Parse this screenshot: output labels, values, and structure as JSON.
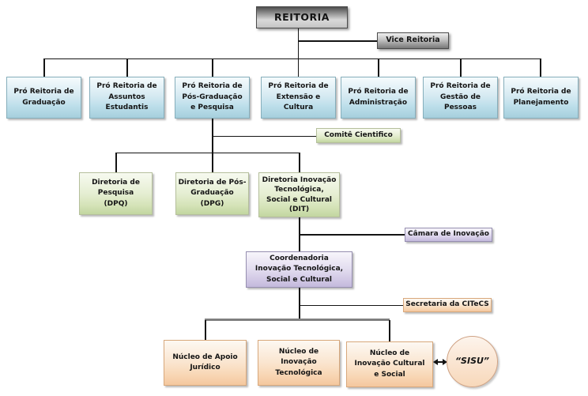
{
  "org": {
    "reitoria": "REITORIA",
    "vice_reitoria": "Vice Reitoria",
    "pro_reitorias": [
      "Pró Reitoria de\nGraduação",
      "Pró Reitoria de\nAssuntos\nEstudantis",
      "Pró Reitoria de\nPós-Graduação\ne Pesquisa",
      "Pró Reitoria de\nExtensão e\nCultura",
      "Pró Reitoria de\nAdministração",
      "Pró Reitoria de\nGestão de\nPessoas",
      "Pró Reitoria de\nPlanejamento"
    ],
    "comite": "Comitê Cientifico",
    "diretorias": [
      "Diretoria de\nPesquisa\n(DPQ)",
      "Diretoria de Pós-\nGraduação\n(DPG)",
      "Diretoria Inovação\nTecnológica,\nSocial e Cultural\n(DIT)"
    ],
    "camara": "Câmara de Inovação",
    "coordenadoria": "Coordenadoria\nInovação Tecnológica,\nSocial e Cultural",
    "secretaria": "Secretaria da CITeCS",
    "nucleos": [
      "Núcleo de Apoio\nJurídico",
      "Núcleo de\nInovação\nTecnológica",
      "Núcleo de\nInovação Cultural\ne Social"
    ],
    "sisu": "“SISU”"
  },
  "colors": {
    "root_gradient_top": "#4e4e4e",
    "root_gradient_bottom": "#c4c4c4",
    "blue_box": "#bcdeea",
    "blue_border": "#86aebb",
    "green_box": "#d5e3b8",
    "green_border": "#b5bf9c",
    "purple_box": "#d2c9e5",
    "purple_border": "#968fb0",
    "orange_box": "#f8d6b4",
    "orange_border": "#d8a87c",
    "connector": "#141414",
    "bus_gray": "#7f7f7f",
    "background": "#ffffff"
  }
}
